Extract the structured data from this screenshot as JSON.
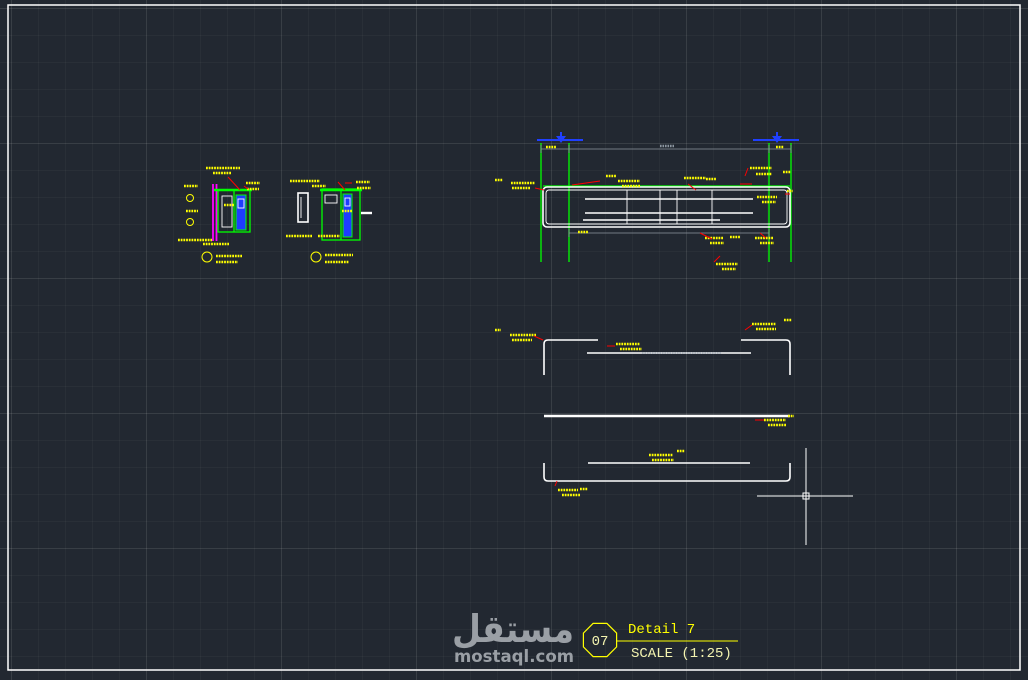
{
  "watermark": {
    "arabic": "مستقل",
    "latin": "mostaql.com"
  },
  "title_block": {
    "number": "07",
    "title": "Detail 7",
    "scale": "SCALE (1:25)"
  },
  "cursor": {
    "icon": "crosshair-cursor-icon"
  },
  "colors": {
    "background": "#222831",
    "frame": "#ffffff",
    "annotation_text": "#ffff00",
    "leader": "#ff0000",
    "section_outline": "#00ff00",
    "rebar_fill": "#1e3cff",
    "edge_marker": "#ff00ff",
    "level_marker": "#2040ff",
    "geometry": "#ffffff",
    "dimension": "#8c96a0",
    "watermark": "#9a9fa5",
    "title": "#ffff00"
  }
}
